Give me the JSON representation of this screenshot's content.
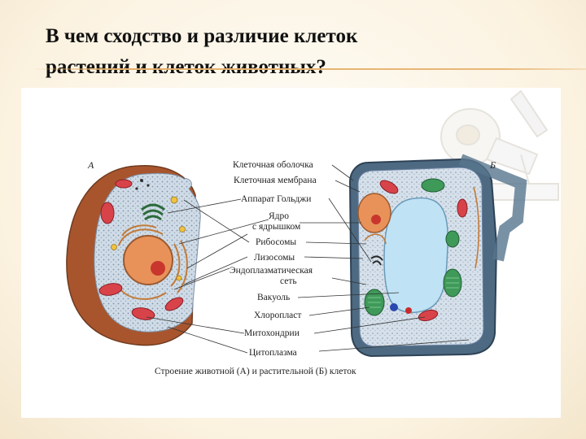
{
  "slide": {
    "title_line1": "В чем сходство и различие клеток",
    "title_line2": "растений и клеток животных?"
  },
  "figure": {
    "letter_animal": "А",
    "letter_plant": "Б",
    "labels": [
      "Клеточная оболочка",
      "Клеточная мембрана",
      "Аппарат Гольджи",
      "Ядро",
      "с ядрышком",
      "Рибосомы",
      "Лизосомы",
      "Эндоплазматическая",
      "сеть",
      "Вакуоль",
      "Хлоропласт",
      "Митохондрии",
      "Цитоплазма"
    ],
    "caption": "Строение животной (А) и растительной (Б) клеток"
  },
  "colors": {
    "title_rule": "#e4b06a",
    "animal_membrane": "#9b4a2a",
    "cytoplasm": "#c9d8e4",
    "nucleus": "#e8925a",
    "mitochondria": "#d8434a",
    "chloroplast": "#3f9a5a",
    "vacuole": "#bfe2f4",
    "cell_wall": "#4d6a82"
  }
}
